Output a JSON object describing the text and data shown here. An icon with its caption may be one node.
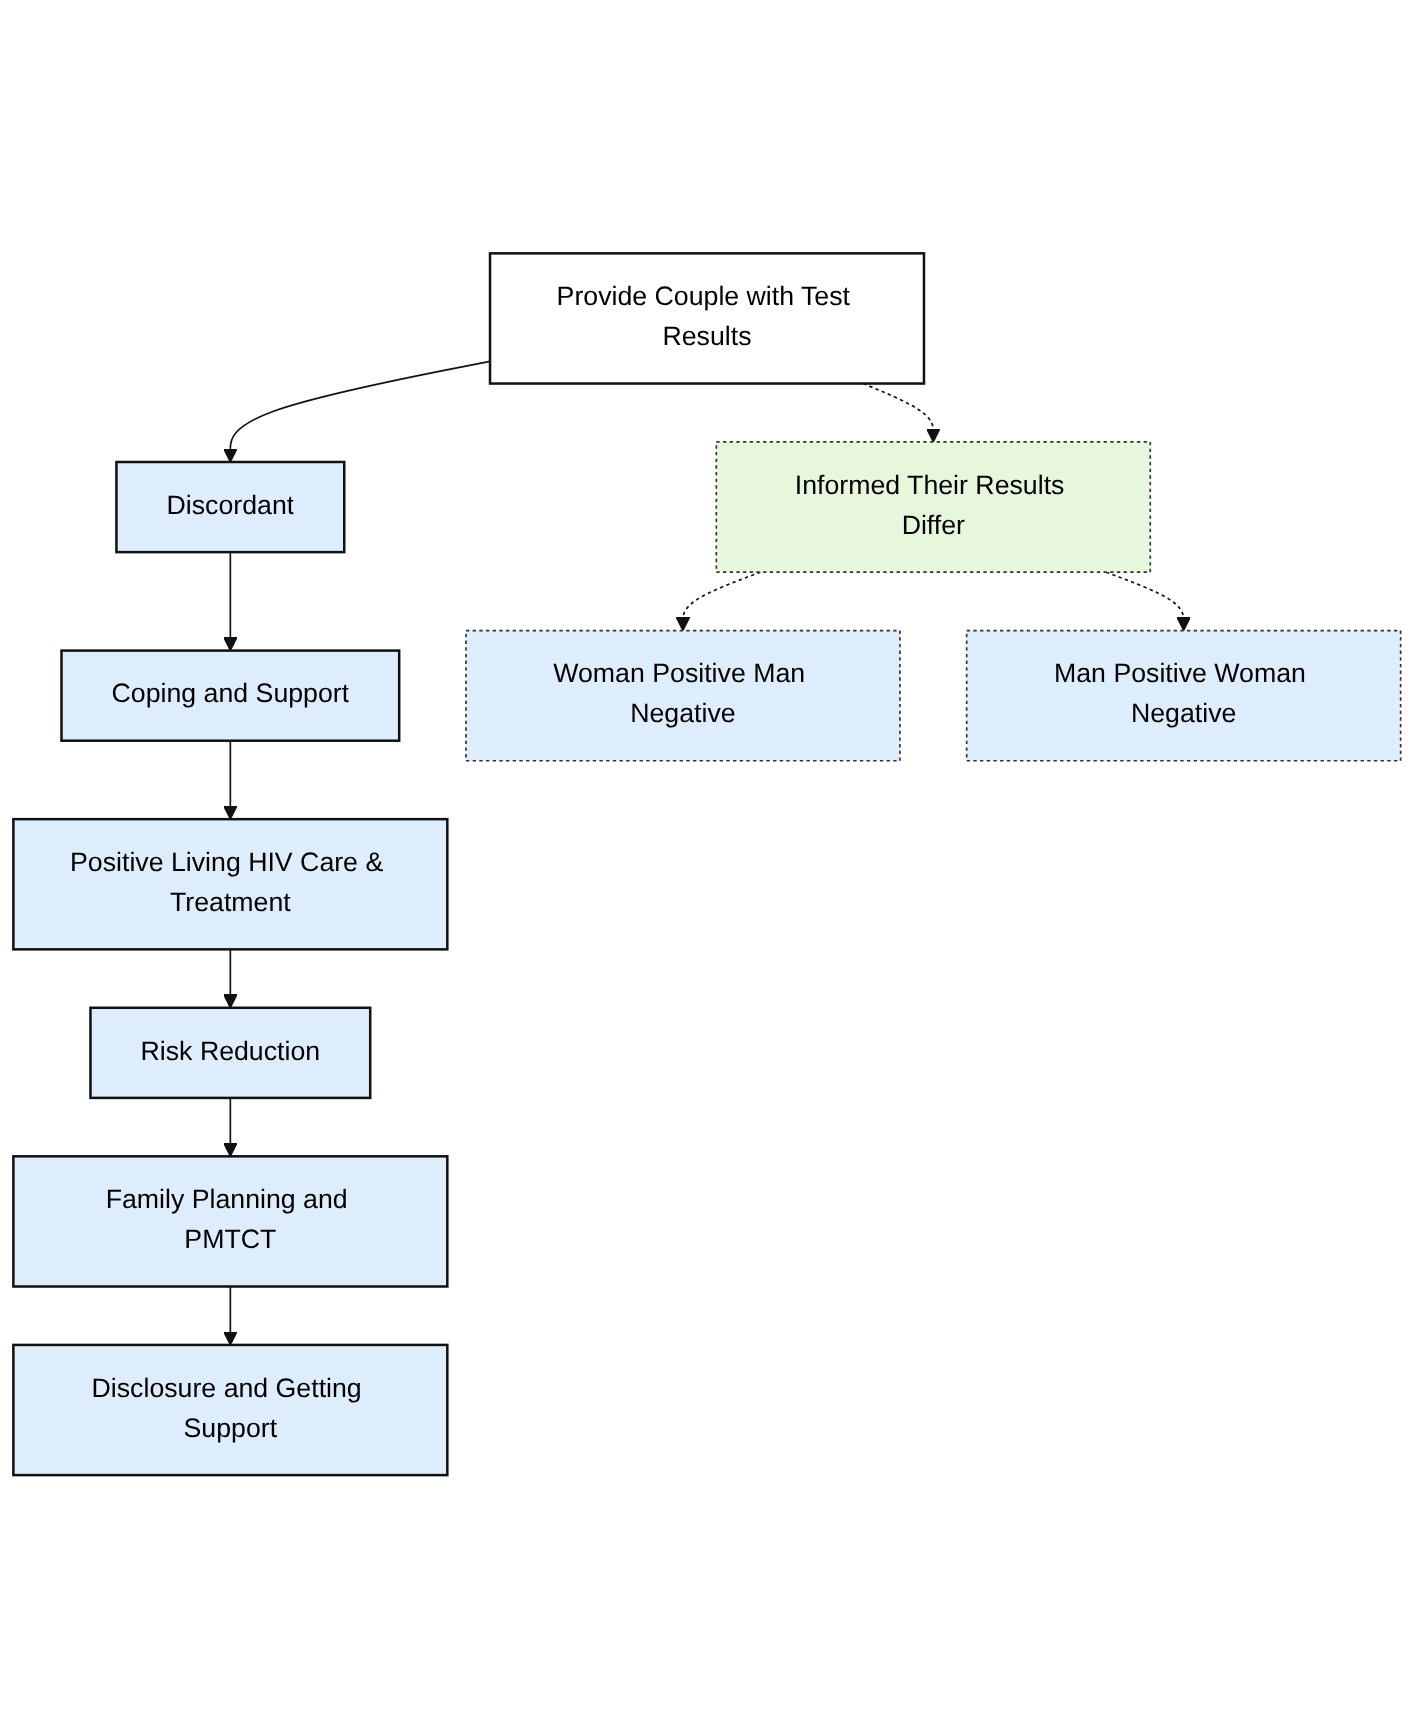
{
  "diagram": {
    "nodes": [
      {
        "text": [
          "Provide Couple with Test Results"
        ]
      },
      {
        "text": [
          "Discordant"
        ]
      },
      {
        "text": [
          "Coping and Support"
        ]
      },
      {
        "text": [
          "Positive Living HIV Care & Treatment"
        ]
      },
      {
        "text": [
          "Risk Reduction"
        ]
      },
      {
        "text": [
          "Family Planning and PMTCT"
        ]
      },
      {
        "text": [
          "Disclosure and Getting Support"
        ]
      },
      {
        "text": [
          "Informed Their Results Differ"
        ]
      },
      {
        "text": [
          "Woman Positive Man Negative"
        ]
      },
      {
        "text": [
          "Man Positive Woman Negative"
        ]
      }
    ],
    "edges": [
      {
        "from": 0,
        "to": 1,
        "arrow": "to"
      },
      {
        "from": 1,
        "to": 2,
        "arrow": "to"
      },
      {
        "from": 2,
        "to": 3,
        "arrow": "to"
      },
      {
        "from": 3,
        "to": 4,
        "arrow": "to"
      },
      {
        "from": 4,
        "to": 5,
        "arrow": "to"
      },
      {
        "from": 5,
        "to": 6,
        "arrow": "to"
      },
      {
        "from": 0,
        "to": 7,
        "arrow": "to",
        "style": "dashed"
      },
      {
        "from": 7,
        "to": 8,
        "arrow": "to",
        "style": "dashed"
      },
      {
        "from": 7,
        "to": 9,
        "arrow": "to",
        "style": "dashed"
      }
    ]
  }
}
